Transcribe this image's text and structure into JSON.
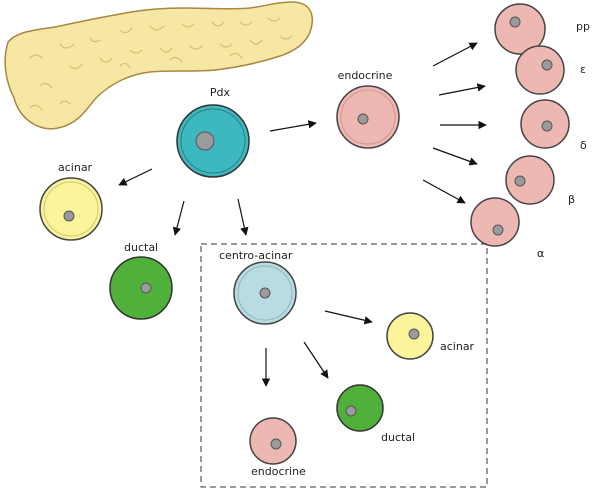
{
  "labels": {
    "pdx": "Pdx",
    "endocrine": "endocrine",
    "acinar": "acinar",
    "ductal": "ductal",
    "centro_acinar": "centro-acinar",
    "centro_acinar_acinar": "acinar",
    "centro_acinar_ductal": "ductal",
    "centro_acinar_endocrine": "endocrine",
    "pp": "pp",
    "epsilon": "ε",
    "delta": "δ",
    "beta": "β",
    "alpha": "α"
  },
  "colors": {
    "pancreas": "#F7E7A5",
    "pancreas_outline": "#A8873F",
    "pdx_cell": "#3EB8BF",
    "endocrine_cell": "#EDB8B2",
    "acinar_cell": "#FBF49A",
    "ductal_cell": "#4FB03A",
    "centro_acinar_cell": "#B9DCE2",
    "nucleus": "#9B9B9B",
    "outline": "#444444",
    "arrow": "#111111"
  },
  "icons": {
    "pancreas": "pancreas-organ-icon",
    "arrow": "arrow-icon"
  }
}
